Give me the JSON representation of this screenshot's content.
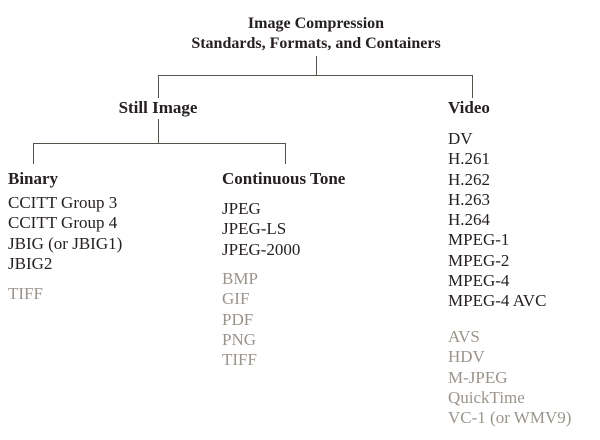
{
  "title": {
    "line1": "Image Compression",
    "line2": "Standards, Formats, and Containers"
  },
  "tree": {
    "still_image": {
      "label": "Still Image",
      "binary": {
        "label": "Binary",
        "standards": [
          "CCITT Group 3",
          "CCITT Group 4",
          "JBIG (or JBIG1)",
          "JBIG2"
        ],
        "formats_muted": [
          "TIFF"
        ]
      },
      "continuous_tone": {
        "label": "Continuous Tone",
        "standards": [
          "JPEG",
          "JPEG-LS",
          "JPEG-2000"
        ],
        "formats_muted": [
          "BMP",
          "GIF",
          "PDF",
          "PNG",
          "TIFF"
        ]
      }
    },
    "video": {
      "label": "Video",
      "standards": [
        "DV",
        "H.261",
        "H.262",
        "H.263",
        "H.264",
        "MPEG-1",
        "MPEG-2",
        "MPEG-4",
        "MPEG-4 AVC"
      ],
      "formats_muted": [
        "AVS",
        "HDV",
        "M-JPEG",
        "QuickTime",
        "VC-1 (or WMV9)"
      ]
    }
  },
  "colors": {
    "text": "#262120",
    "muted": "#9a948c",
    "line": "#57524a",
    "background": "#ffffff"
  }
}
